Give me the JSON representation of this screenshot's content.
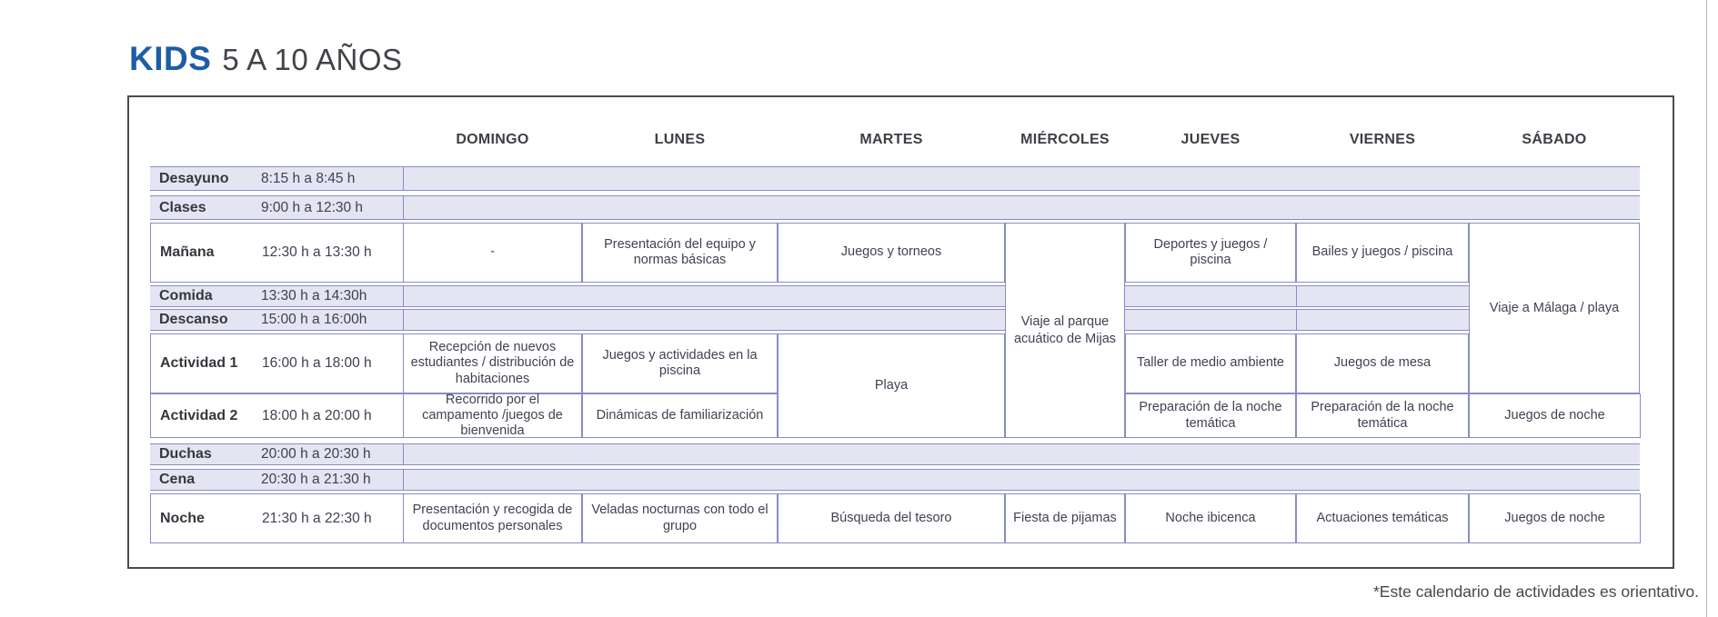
{
  "header": {
    "brand": "KIDS",
    "age_range": "5 A 10 AÑOS"
  },
  "colors": {
    "accent_blue": "#1e5da6",
    "heading_text": "#3c4045",
    "body_text": "#3e4352",
    "stripe_bg": "#e4e5f2",
    "grid_line": "#878cc6",
    "frame_border": "#4c4c4c"
  },
  "table": {
    "days": [
      "DOMINGO",
      "LUNES",
      "MARTES",
      "MIÉRCOLES",
      "JUEVES",
      "VIERNES",
      "SÁBADO"
    ],
    "rows": {
      "desayuno": {
        "label": "Desayuno",
        "time": "8:15 h a 8:45 h"
      },
      "clases": {
        "label": "Clases",
        "time": "9:00 h a 12:30 h"
      },
      "manana": {
        "label": "Mañana",
        "time": "12:30 h a 13:30 h"
      },
      "comida": {
        "label": "Comida",
        "time": "13:30 h a 14:30h"
      },
      "descanso": {
        "label": "Descanso",
        "time": "15:00 h a 16:00h"
      },
      "actividad1": {
        "label": "Actividad 1",
        "time": "16:00 h a 18:00 h"
      },
      "actividad2": {
        "label": "Actividad 2",
        "time": "18:00 h a 20:00 h"
      },
      "duchas": {
        "label": "Duchas",
        "time": "20:00 h a 20:30 h"
      },
      "cena": {
        "label": "Cena",
        "time": "20:30 h a 21:30 h"
      },
      "noche": {
        "label": "Noche",
        "time": "21:30 h a 22:30 h"
      }
    },
    "cells": {
      "manana": {
        "domingo": "-",
        "lunes": "Presentación del equipo y normas básicas",
        "martes": "Juegos y torneos",
        "jueves": "Deportes y juegos / piscina",
        "viernes": "Bailes y juegos / piscina"
      },
      "trips": {
        "miercoles": "Viaje al parque acuático de Mijas",
        "sabado": "Viaje a Málaga / playa"
      },
      "act1": {
        "domingo": "Recepción de nuevos estudiantes / distribución de habitaciones",
        "lunes": "Juegos y actividades en la piscina",
        "martes_both": "Playa",
        "jueves": "Taller de medio ambiente",
        "viernes": "Juegos de mesa"
      },
      "act2": {
        "domingo": "Recorrido por el campamento /juegos de bienvenida",
        "lunes": "Dinámicas de familiarización",
        "jueves": "Preparación de la noche temática",
        "viernes": "Preparación de la noche temática",
        "sabado": "Juegos de noche"
      },
      "noche": {
        "domingo": "Presentación y recogida de documentos personales",
        "lunes": "Veladas nocturnas con todo el grupo",
        "martes": "Búsqueda del tesoro",
        "miercoles": "Fiesta de pijamas",
        "jueves": "Noche ibicenca",
        "viernes": "Actuaciones temáticas",
        "sabado": "Juegos de noche"
      }
    }
  },
  "footer": {
    "note": "*Este calendario de actividades es orientativo."
  }
}
